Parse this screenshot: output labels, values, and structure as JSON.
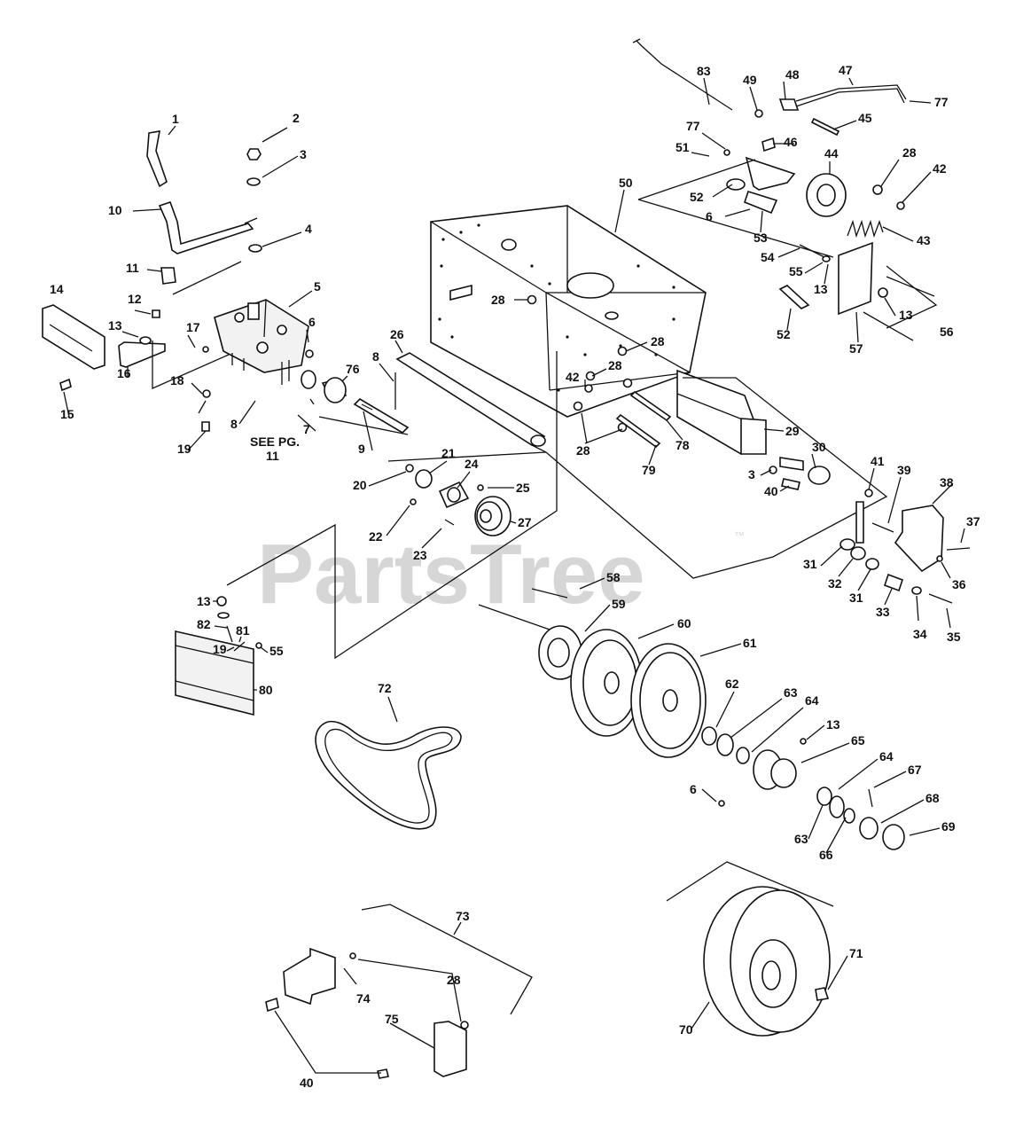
{
  "watermark": {
    "brand": "PartsTree",
    "trademark": "™"
  },
  "see_page_note": {
    "line1": "SEE PG.",
    "line2": "11"
  },
  "callouts": [
    {
      "id": "c1",
      "text": "1"
    },
    {
      "id": "c2",
      "text": "2"
    },
    {
      "id": "c3a",
      "text": "3"
    },
    {
      "id": "c10",
      "text": "10"
    },
    {
      "id": "c4",
      "text": "4"
    },
    {
      "id": "c11",
      "text": "11"
    },
    {
      "id": "c5",
      "text": "5"
    },
    {
      "id": "c14",
      "text": "14"
    },
    {
      "id": "c12",
      "text": "12"
    },
    {
      "id": "c13a",
      "text": "13"
    },
    {
      "id": "c16",
      "text": "16"
    },
    {
      "id": "c15",
      "text": "15"
    },
    {
      "id": "c17",
      "text": "17"
    },
    {
      "id": "c18",
      "text": "18"
    },
    {
      "id": "c19a",
      "text": "19"
    },
    {
      "id": "c6a",
      "text": "6"
    },
    {
      "id": "c8a",
      "text": "8"
    },
    {
      "id": "c76",
      "text": "76"
    },
    {
      "id": "c8b",
      "text": "8"
    },
    {
      "id": "c7",
      "text": "7"
    },
    {
      "id": "c9",
      "text": "9"
    },
    {
      "id": "c26",
      "text": "26"
    },
    {
      "id": "c50",
      "text": "50"
    },
    {
      "id": "c83",
      "text": "83"
    },
    {
      "id": "c49",
      "text": "49"
    },
    {
      "id": "c48",
      "text": "48"
    },
    {
      "id": "c47",
      "text": "47"
    },
    {
      "id": "c77a",
      "text": "77"
    },
    {
      "id": "c45",
      "text": "45"
    },
    {
      "id": "c77b",
      "text": "77"
    },
    {
      "id": "c46",
      "text": "46"
    },
    {
      "id": "c51",
      "text": "51"
    },
    {
      "id": "c44",
      "text": "44"
    },
    {
      "id": "c28a",
      "text": "28"
    },
    {
      "id": "c42a",
      "text": "42"
    },
    {
      "id": "c52a",
      "text": "52"
    },
    {
      "id": "c6b",
      "text": "6"
    },
    {
      "id": "c53",
      "text": "53"
    },
    {
      "id": "c43",
      "text": "43"
    },
    {
      "id": "c54",
      "text": "54"
    },
    {
      "id": "c55a",
      "text": "55"
    },
    {
      "id": "c13b",
      "text": "13"
    },
    {
      "id": "c13c",
      "text": "13"
    },
    {
      "id": "c52b",
      "text": "52"
    },
    {
      "id": "c57",
      "text": "57"
    },
    {
      "id": "c56",
      "text": "56"
    },
    {
      "id": "c28b",
      "text": "28"
    },
    {
      "id": "c28c",
      "text": "28"
    },
    {
      "id": "c28d",
      "text": "28"
    },
    {
      "id": "c42b",
      "text": "42"
    },
    {
      "id": "c28e",
      "text": "28"
    },
    {
      "id": "c78",
      "text": "78"
    },
    {
      "id": "c79",
      "text": "79"
    },
    {
      "id": "c29",
      "text": "29"
    },
    {
      "id": "c3b",
      "text": "3"
    },
    {
      "id": "c30",
      "text": "30"
    },
    {
      "id": "c40a",
      "text": "40"
    },
    {
      "id": "c41",
      "text": "41"
    },
    {
      "id": "c39",
      "text": "39"
    },
    {
      "id": "c38",
      "text": "38"
    },
    {
      "id": "c37",
      "text": "37"
    },
    {
      "id": "c36",
      "text": "36"
    },
    {
      "id": "c31a",
      "text": "31"
    },
    {
      "id": "c32",
      "text": "32"
    },
    {
      "id": "c31b",
      "text": "31"
    },
    {
      "id": "c33",
      "text": "33"
    },
    {
      "id": "c34",
      "text": "34"
    },
    {
      "id": "c35",
      "text": "35"
    },
    {
      "id": "c20",
      "text": "20"
    },
    {
      "id": "c21",
      "text": "21"
    },
    {
      "id": "c24",
      "text": "24"
    },
    {
      "id": "c25",
      "text": "25"
    },
    {
      "id": "c22",
      "text": "22"
    },
    {
      "id": "c27",
      "text": "27"
    },
    {
      "id": "c23",
      "text": "23"
    },
    {
      "id": "c58",
      "text": "58"
    },
    {
      "id": "c59",
      "text": "59"
    },
    {
      "id": "c60",
      "text": "60"
    },
    {
      "id": "c61",
      "text": "61"
    },
    {
      "id": "c62",
      "text": "62"
    },
    {
      "id": "c63a",
      "text": "63"
    },
    {
      "id": "c64a",
      "text": "64"
    },
    {
      "id": "c13d",
      "text": "13"
    },
    {
      "id": "c65",
      "text": "65"
    },
    {
      "id": "c64b",
      "text": "64"
    },
    {
      "id": "c67",
      "text": "67"
    },
    {
      "id": "c68",
      "text": "68"
    },
    {
      "id": "c69",
      "text": "69"
    },
    {
      "id": "c6c",
      "text": "6"
    },
    {
      "id": "c63b",
      "text": "63"
    },
    {
      "id": "c66",
      "text": "66"
    },
    {
      "id": "c13e",
      "text": "13"
    },
    {
      "id": "c82",
      "text": "82"
    },
    {
      "id": "c81",
      "text": "81"
    },
    {
      "id": "c19b",
      "text": "19"
    },
    {
      "id": "c55b",
      "text": "55"
    },
    {
      "id": "c80",
      "text": "80"
    },
    {
      "id": "c72",
      "text": "72"
    },
    {
      "id": "c73",
      "text": "73"
    },
    {
      "id": "c28f",
      "text": "28"
    },
    {
      "id": "c74",
      "text": "74"
    },
    {
      "id": "c75",
      "text": "75"
    },
    {
      "id": "c40b",
      "text": "40"
    },
    {
      "id": "c71",
      "text": "71"
    },
    {
      "id": "c70",
      "text": "70"
    }
  ]
}
